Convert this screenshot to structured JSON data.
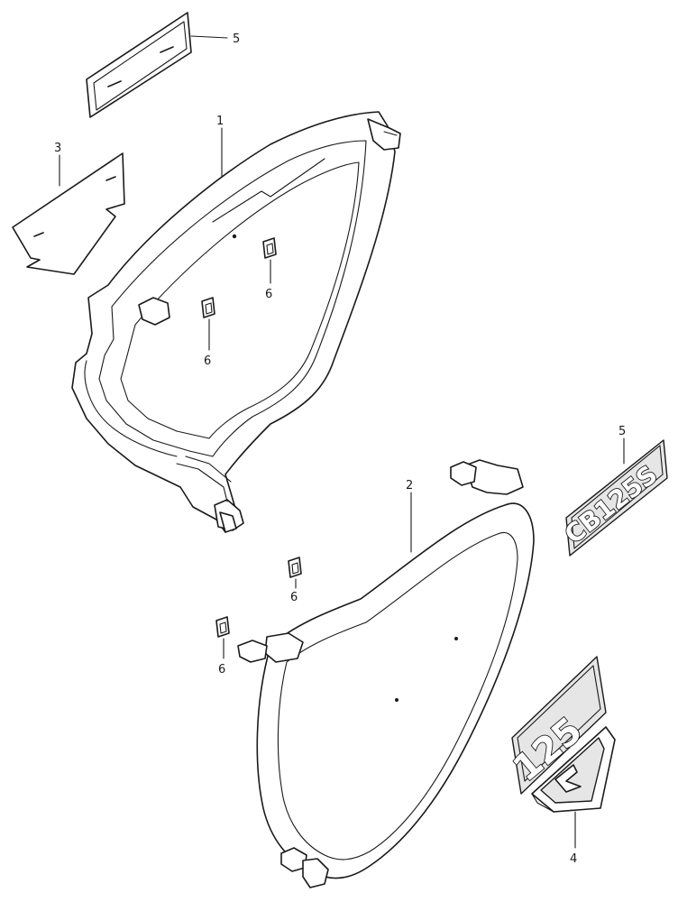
{
  "callouts": {
    "label_1": "1",
    "label_2": "2",
    "label_3": "3",
    "label_4": "4",
    "label_5_top": "5",
    "label_5_right": "5",
    "label_6_a": "6",
    "label_6_b": "6",
    "label_6_c": "6",
    "label_6_d": "6"
  },
  "emblems": {
    "model_badge": "CB125S",
    "number_badge": "125"
  }
}
